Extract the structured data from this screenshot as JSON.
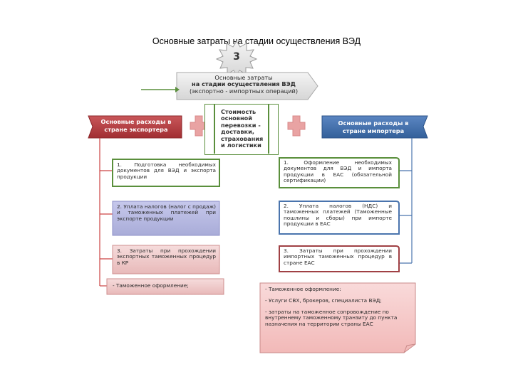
{
  "title": "Основные  затраты на стадии осуществления ВЭД",
  "badge": "3",
  "main_arrow": {
    "line1": "Основные затраты",
    "line2": "на стадии осуществления ВЭД",
    "line3": "(экспортно - импортных операций)"
  },
  "center_box": {
    "text": "Стоимость основной перевозки - доставки, страхования и логистики"
  },
  "exporter": {
    "header_l1": "Основные расходы в",
    "header_l2": "стране экспортера",
    "items": [
      "1.  Подготовка необходимых документов для ВЭД и экспорта продукции",
      "2.  Уплата налогов (налог с продаж) и таможенных платежей при экспорте продукции",
      "3.  Затраты при прохождении экспортных таможенных процедур в КР"
    ],
    "note": "- Таможенное оформление;"
  },
  "importer": {
    "header_l1": "Основные расходы в",
    "header_l2": "стране импортера",
    "items": [
      "1.  Оформление необходимых документов для ВЭД и импорта продукции в ЕАС (обязательной сертификации)",
      "2.  Уплата налогов (НДС) и таможенных платежей (Таможенные пошлины и сборы) при импорте продукции в ЕАС",
      "3.  Затраты при прохождении импортных таможенных процедур в стране ЕАС"
    ],
    "notes": [
      "- Таможенное оформление:",
      "- Услуги СВХ, брокеров, специалиста ВЭД;",
      "- затраты на таможенное сопровождение по внутреннему таможенному транзиту до пункта назначения на территории страны ЕАС"
    ]
  },
  "colors": {
    "exporter_red": "#b83a3e",
    "importer_blue": "#3f6eaa",
    "green": "#5a8f3c",
    "pink_plus": "#e9a3a3",
    "grey": "#e2e2e2",
    "note_pink": "#f7d0cf"
  }
}
